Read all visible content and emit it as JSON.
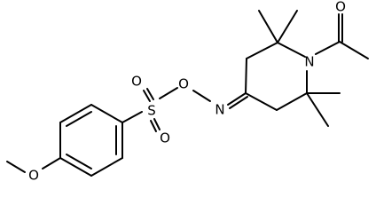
{
  "diagram": {
    "type": "chemical-structure",
    "atoms": {
      "o_acetyl": "O",
      "n_ring": "N",
      "n_oxime": "N",
      "o_oxime": "O",
      "s_sulfonyl": "S",
      "o_sulfonyl_top": "O",
      "o_sulfonyl_bottom": "O",
      "o_methoxy": "O"
    }
  }
}
